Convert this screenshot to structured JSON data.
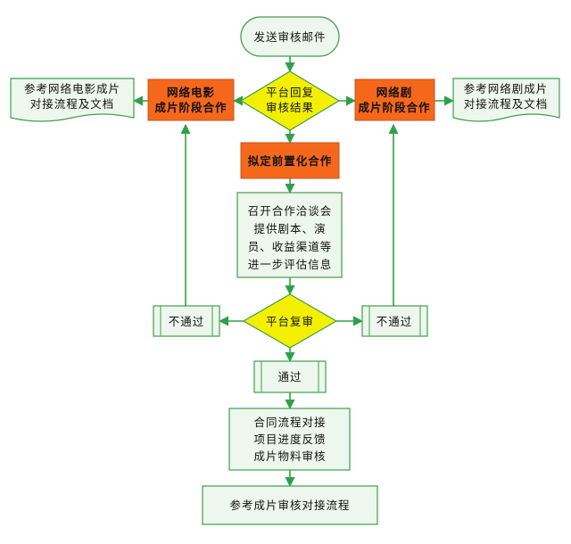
{
  "flowchart": {
    "start": "发送审核邮件",
    "decision1": [
      "平台回复",
      "审核结果"
    ],
    "left_stage": [
      "网络电影",
      "成片阶段合作"
    ],
    "right_stage": [
      "网络剧",
      "成片阶段合作"
    ],
    "left_doc": [
      "参考网络电影成片",
      "对接流程及文档"
    ],
    "right_doc": [
      "参考网络剧成片",
      "对接流程及文档"
    ],
    "preplan": "拟定前置化合作",
    "meeting": [
      "召开合作洽谈会",
      "提供剧本、演",
      "员、收益渠道等",
      "进一步评估信息"
    ],
    "decision2": "平台复审",
    "reject_left": "不通过",
    "reject_right": "不通过",
    "pass": "通过",
    "contract": [
      "合同流程对接",
      "项目进度反馈",
      "成片物料审核"
    ],
    "end": "参考成片审核对接流程"
  },
  "colors": {
    "connector": "#2fa04a",
    "process_stroke": "#3fa048",
    "orange": "#f5681c",
    "yellow": "#f2f000"
  }
}
